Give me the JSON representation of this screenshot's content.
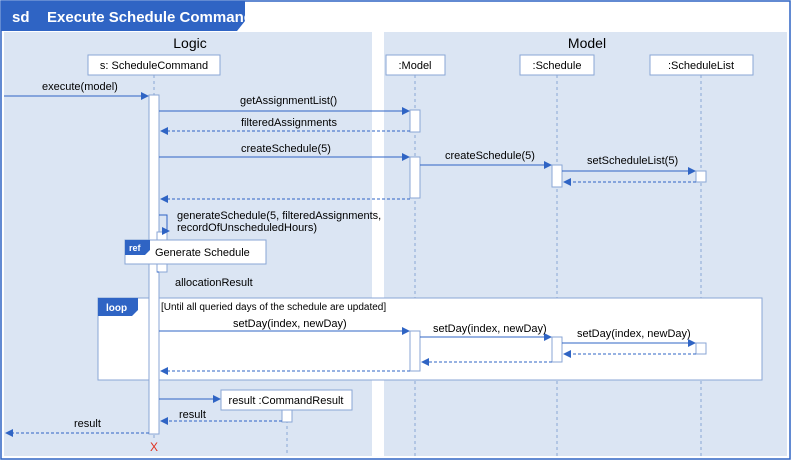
{
  "diagram": {
    "frame_keyword": "sd",
    "title": "Execute Schedule Command",
    "colors": {
      "accent": "#2f64c4",
      "lane_fill": "#dbe5f3",
      "box_border": "#8aa6d6",
      "destroy": "#e0301e"
    },
    "lanes": [
      {
        "label": "Logic"
      },
      {
        "label": "Model"
      }
    ],
    "participants": [
      {
        "label": "s: ScheduleCommand"
      },
      {
        "label": ":Model"
      },
      {
        "label": ":Schedule"
      },
      {
        "label": ":ScheduleList"
      }
    ],
    "messages": [
      "execute(model)",
      "getAssignmentList()",
      "filteredAssignments",
      "createSchedule(5)",
      "createSchedule(5)",
      "setScheduleList(5)",
      "generateSchedule(5, filteredAssignments,",
      "recordOfUnscheduledHours)",
      "allocationResult",
      "setDay(index, newDay)",
      "setDay(index, newDay)",
      "setDay(index, newDay)",
      "result",
      "result"
    ],
    "ref": {
      "keyword": "ref",
      "label": "Generate Schedule"
    },
    "loop": {
      "keyword": "loop",
      "guard": "[Until all queried days of the schedule are updated]"
    },
    "created": {
      "label": "result :CommandResult"
    },
    "destroy_mark": "X"
  }
}
